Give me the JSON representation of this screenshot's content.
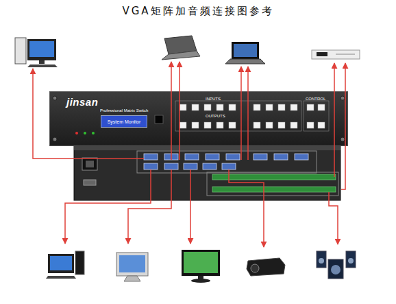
{
  "diagram": {
    "title": "VGA矩阵加音频连接图参考",
    "nodes": [
      {
        "text": [
          "jinsan"
        ]
      },
      {
        "text": [
          "System Monitor"
        ],
        "in": 0
      }
    ],
    "labels": [
      "Professional Matrix Switch",
      "INPUTS",
      "OUTPUTS",
      "CONTROL"
    ]
  }
}
